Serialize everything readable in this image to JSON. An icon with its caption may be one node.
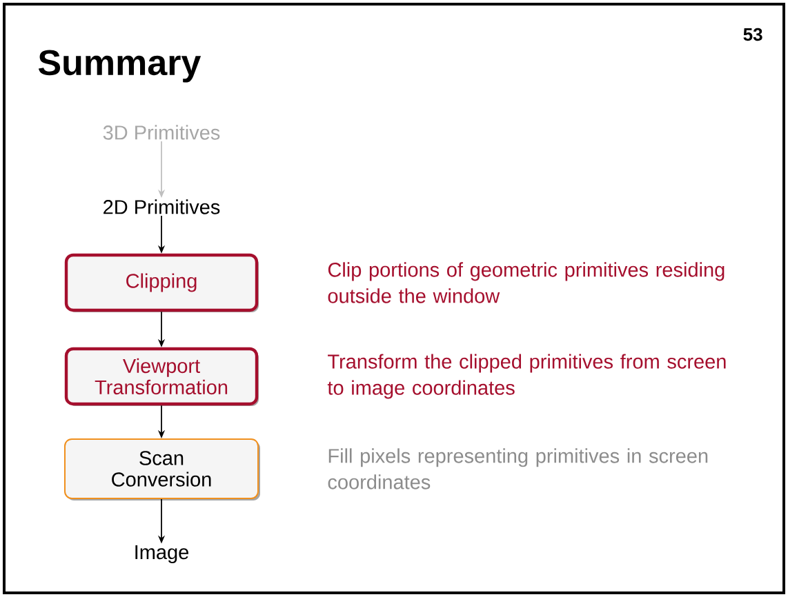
{
  "diagram": {
    "title": "Summary",
    "nodes": [
      {
        "text": [
          "3D Primitives"
        ]
      },
      {
        "text": [
          "2D Primitives"
        ]
      },
      {
        "text": [
          "Clipping"
        ],
        "beside": [
          "Clip portions of geometric primitives residing outside the window"
        ]
      },
      {
        "text": [
          "Viewport Transformation"
        ],
        "beside": [
          "Transform the clipped primitives from screen to image coordinates"
        ]
      },
      {
        "text": [
          "Scan Conversion"
        ],
        "beside": [
          "Fill pixels representing primitives in screen coordinates"
        ]
      },
      {
        "text": [
          "Image"
        ]
      }
    ],
    "edges": [
      {
        "from": 0,
        "to": 1,
        "arrow": "to",
        "color": "#bfbfbf"
      },
      {
        "from": 1,
        "to": 2,
        "arrow": "to"
      },
      {
        "from": 2,
        "to": 3,
        "arrow": "to"
      },
      {
        "from": 3,
        "to": 4,
        "arrow": "to"
      },
      {
        "from": 4,
        "to": 5,
        "arrow": "to"
      }
    ],
    "labels": [
      "53"
    ]
  }
}
